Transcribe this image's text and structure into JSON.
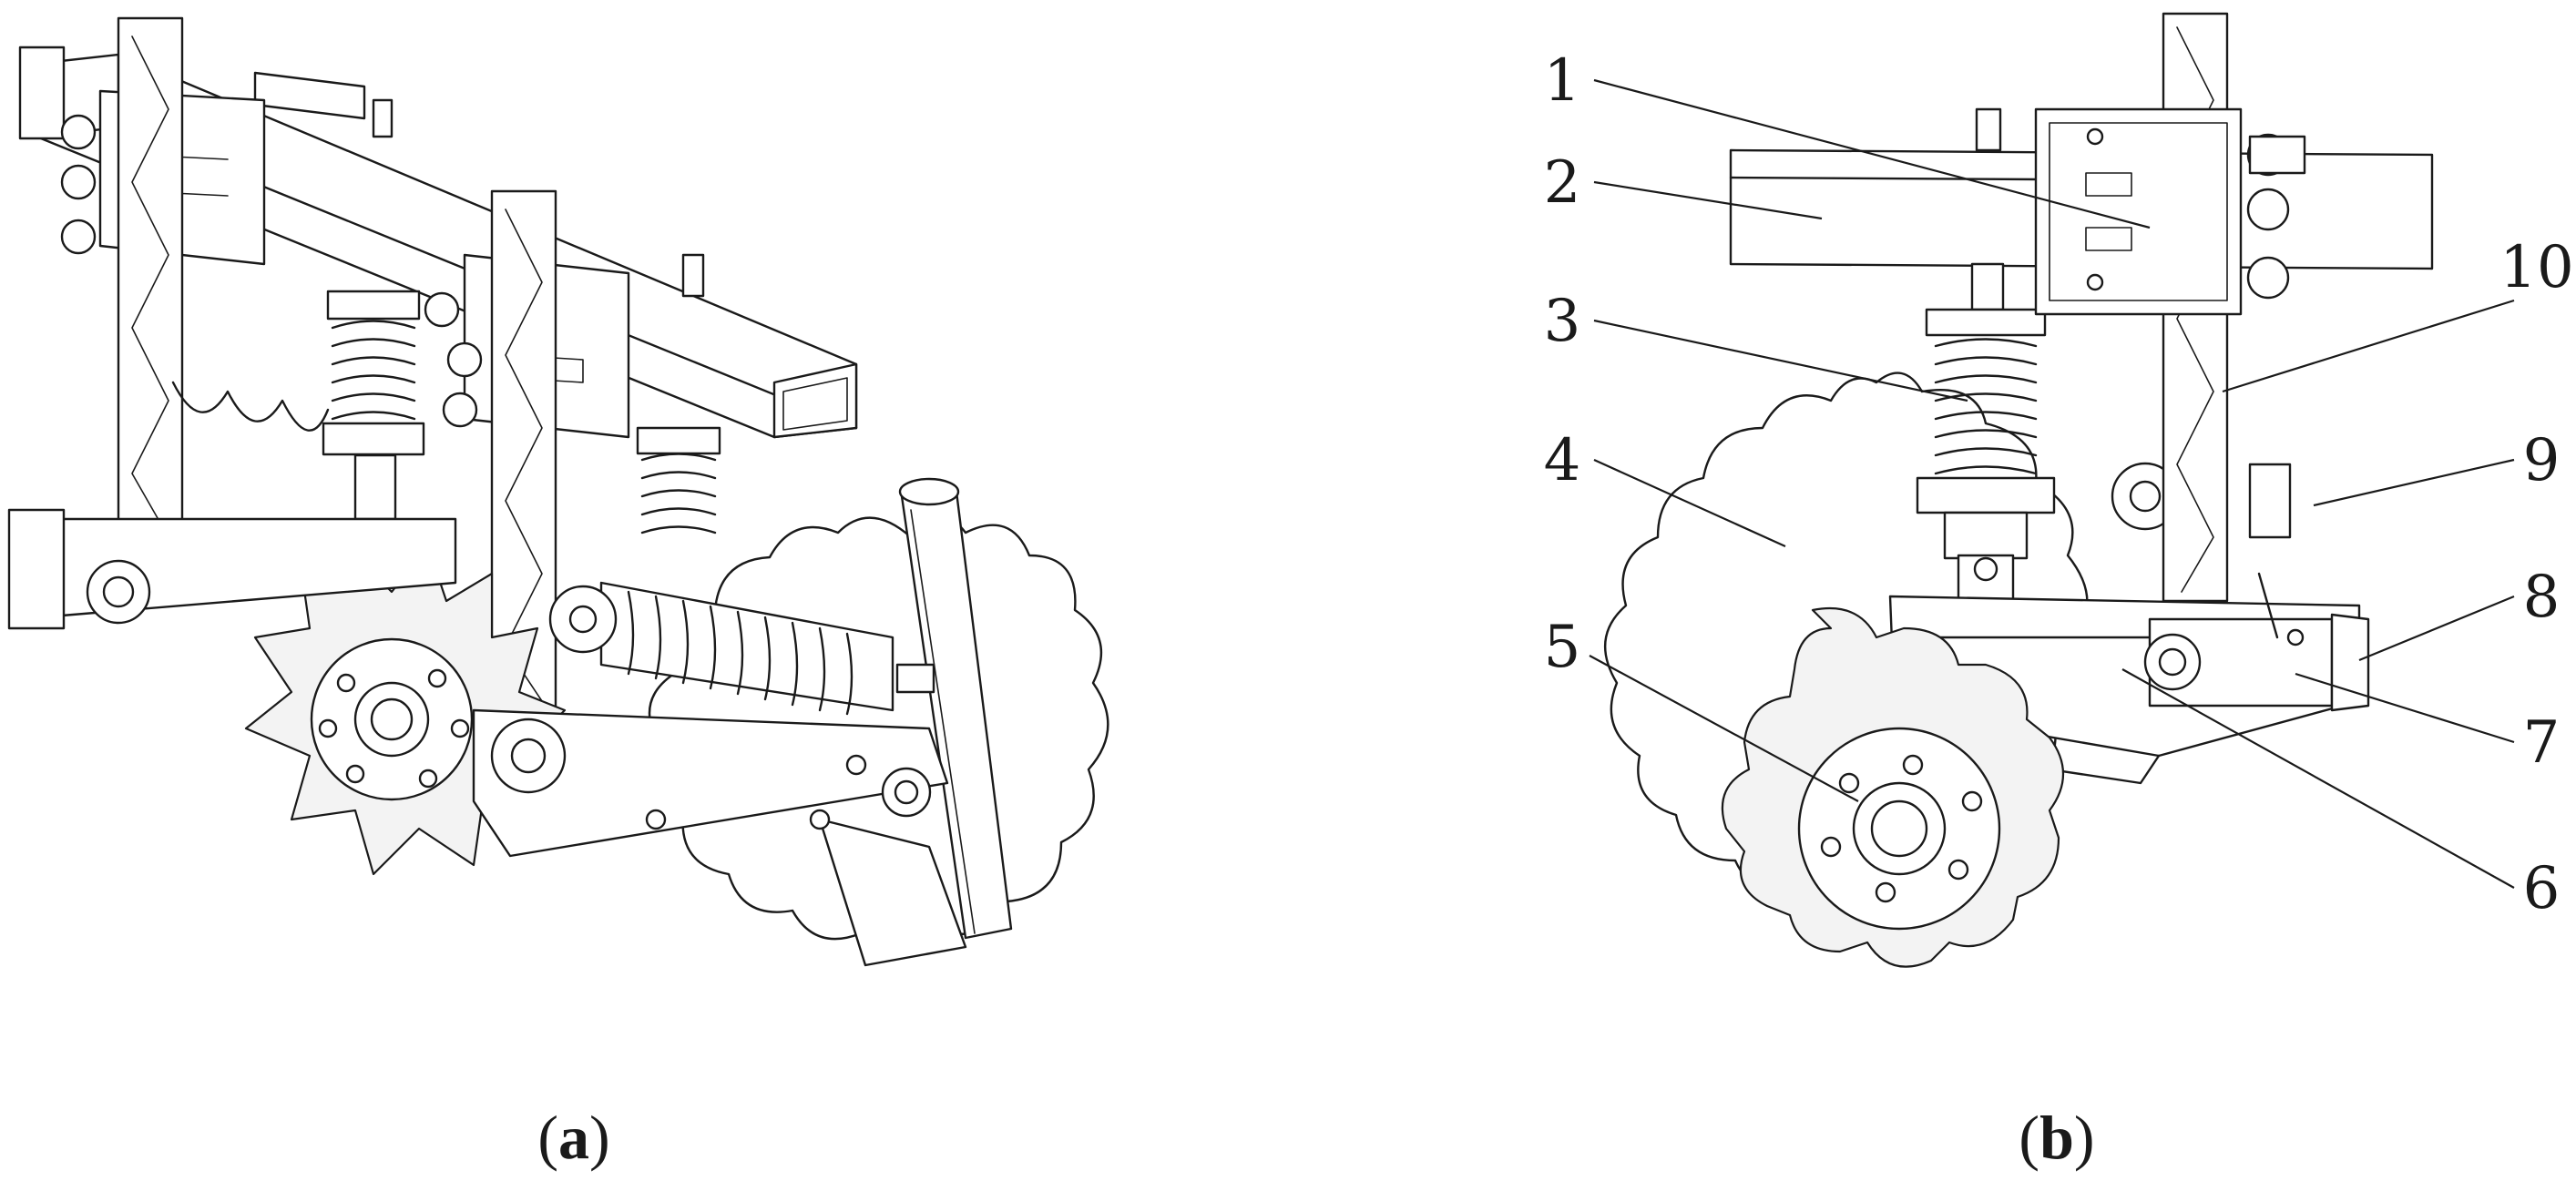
{
  "panels": [
    {
      "id": "a",
      "caption_open": "(",
      "caption_letter": "a",
      "caption_close": ")"
    },
    {
      "id": "b",
      "caption_open": "(",
      "caption_letter": "b",
      "caption_close": ")"
    }
  ],
  "callouts": [
    {
      "num": "1"
    },
    {
      "num": "2"
    },
    {
      "num": "3"
    },
    {
      "num": "4"
    },
    {
      "num": "5"
    },
    {
      "num": "6"
    },
    {
      "num": "7"
    },
    {
      "num": "8"
    },
    {
      "num": "9"
    },
    {
      "num": "10"
    }
  ]
}
